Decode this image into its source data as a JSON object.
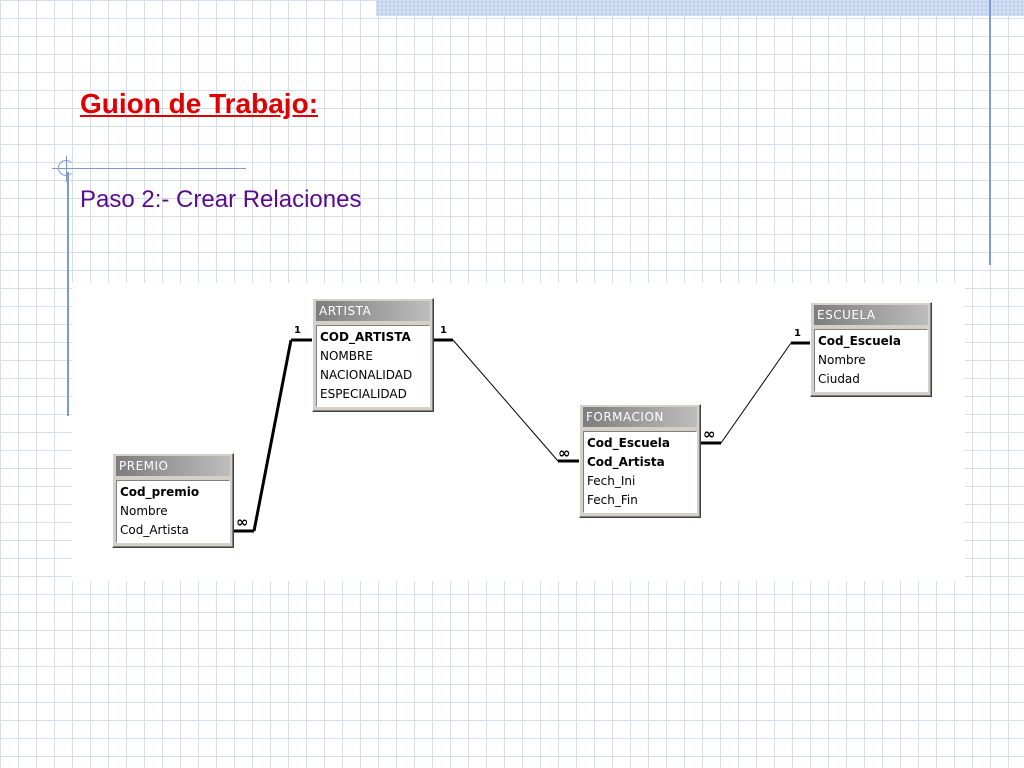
{
  "slide": {
    "title": "Guion de Trabajo:",
    "subtitle": "Paso 2:- Crear Relaciones"
  },
  "colors": {
    "title": "#e00000",
    "subtitle": "#5a0a8c",
    "grid": "#d6deee",
    "frame_accent": "#7d9bd0",
    "table_header_start": "#7d7d7d",
    "table_header_end": "#bdbdbd"
  },
  "tables": {
    "artista": {
      "title": "ARTISTA",
      "fields": [
        {
          "name": "COD_ARTISTA",
          "key": true
        },
        {
          "name": "NOMBRE",
          "key": false
        },
        {
          "name": "NACIONALIDAD",
          "key": false
        },
        {
          "name": "ESPECIALIDAD",
          "key": false
        }
      ]
    },
    "premio": {
      "title": "PREMIO",
      "fields": [
        {
          "name": "Cod_premio",
          "key": true
        },
        {
          "name": "Nombre",
          "key": false
        },
        {
          "name": "Cod_Artista",
          "key": false
        }
      ]
    },
    "formacion": {
      "title": "FORMACION",
      "fields": [
        {
          "name": "Cod_Escuela",
          "key": true
        },
        {
          "name": "Cod_Artista",
          "key": true
        },
        {
          "name": "Fech_Ini",
          "key": false
        },
        {
          "name": "Fech_Fin",
          "key": false
        }
      ]
    },
    "escuela": {
      "title": "ESCUELA",
      "fields": [
        {
          "name": "Cod_Escuela",
          "key": true
        },
        {
          "name": "Nombre",
          "key": false
        },
        {
          "name": "Ciudad",
          "key": false
        }
      ]
    }
  },
  "relationships": {
    "artista_premio": {
      "one": "1",
      "many": "∞",
      "one_table": "ARTISTA",
      "many_table": "PREMIO"
    },
    "artista_formacion": {
      "one": "1",
      "many": "∞",
      "one_table": "ARTISTA",
      "many_table": "FORMACION"
    },
    "escuela_formacion": {
      "one": "1",
      "many": "∞",
      "one_table": "ESCUELA",
      "many_table": "FORMACION"
    }
  }
}
